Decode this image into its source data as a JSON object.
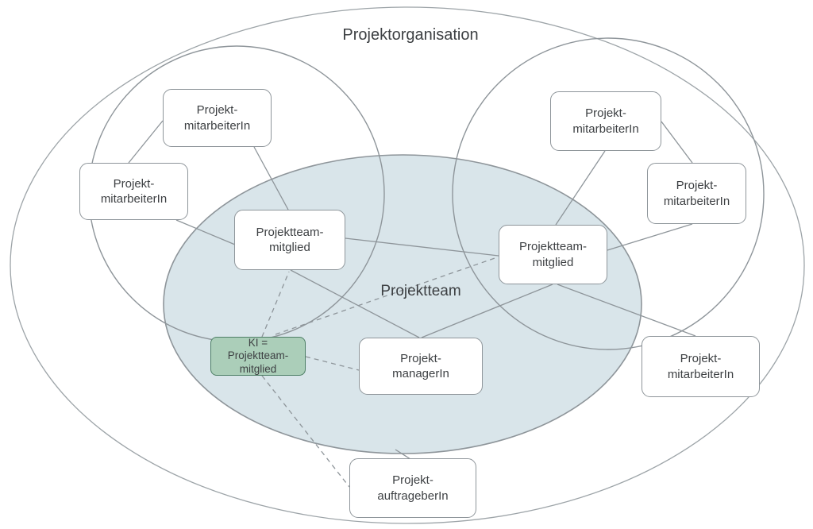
{
  "title": "Projektorganisation",
  "team_label": "Projektteam",
  "colors": {
    "background": "#ffffff",
    "text": "#3d4043",
    "line": "#8e959a",
    "outer_ellipse_stroke": "#9da4a8",
    "team_ellipse_fill": "#d9e5ea",
    "team_ellipse_stroke": "#8e959a",
    "node_fill": "#ffffff",
    "node_border": "#8e959a",
    "ki_node_fill": "#abceb9",
    "ki_node_border": "#4e7f66"
  },
  "nodes": {
    "l1": {
      "label": "Projekt-\nmitarbeiterIn"
    },
    "l2": {
      "label": "Projekt-\nmitarbeiterIn"
    },
    "tl": {
      "label": "Projektteam-\nmitglied"
    },
    "r1": {
      "label": "Projekt-\nmitarbeiterIn"
    },
    "r2": {
      "label": "Projekt-\nmitarbeiterIn"
    },
    "tr": {
      "label": "Projektteam-\nmitglied"
    },
    "ki": {
      "label": "KI =\nProjektteam-\nmitglied"
    },
    "pm": {
      "label": "Projekt-\nmanagerIn"
    },
    "r3": {
      "label": "Projekt-\nmitarbeiterIn"
    },
    "b": {
      "label": "Projekt-\nauftrageberIn"
    }
  },
  "edges": [
    {
      "from": "l1",
      "to": "l2",
      "style": "solid"
    },
    {
      "from": "l1",
      "to": "tl",
      "style": "solid"
    },
    {
      "from": "l2",
      "to": "tl",
      "style": "solid"
    },
    {
      "from": "tl",
      "to": "tr",
      "style": "solid"
    },
    {
      "from": "tl",
      "to": "pm",
      "style": "solid"
    },
    {
      "from": "tr",
      "to": "pm",
      "style": "solid"
    },
    {
      "from": "r1",
      "to": "r2",
      "style": "solid"
    },
    {
      "from": "r1",
      "to": "tr",
      "style": "solid"
    },
    {
      "from": "r2",
      "to": "tr",
      "style": "solid"
    },
    {
      "from": "tr",
      "to": "r3",
      "style": "solid"
    },
    {
      "from": "b",
      "to": "projektteam-ellipse",
      "style": "solid"
    },
    {
      "from": "ki",
      "to": "tl",
      "style": "dashed"
    },
    {
      "from": "ki",
      "to": "tr",
      "style": "dashed"
    },
    {
      "from": "ki",
      "to": "pm",
      "style": "dashed"
    },
    {
      "from": "ki",
      "to": "b",
      "style": "dashed"
    }
  ]
}
